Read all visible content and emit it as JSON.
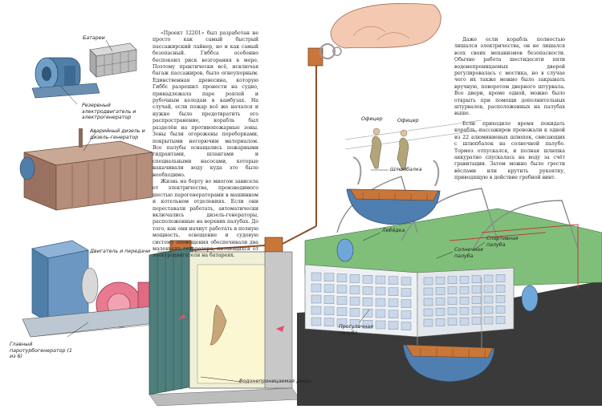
{
  "text": {
    "col1": [
      "«Проект 12201» был разработан не просто как самый быстрый пассажирский лайнер, но и как самый безопасный. Гиббса особенно беспокоил риск возгорания в море. Поэтому практически всё, исключая багаж пассажиров, было огнеупорным. Единственная древесина, которую Гиббс разрешил пронести на судно, принадлежала паре роялей и рубочным колодам в камбузах. На случай, если пожар всё же начался и нужно было предотвратить его распространение, корабль был разделён на противопожарные зоны. Зоны были огорожены переборками, покрытыми негорючим материалом. Все палубы оснащались пожарными гидрантами, шлангами и специальными насосами, которые накачивали воду куда это было необходимо.",
      "Жизнь на борту во многом зависела от электричества, производимого шестью парогенераторами в машинном и котельном отделениях. Если они переставали работать, автоматически включались дизель-генераторы, расположенные на верхних палубах. До того, как они начнут работать в полную мощность, освещение и судовую систему оповещения обеспечивали два маленьких генератора, питающихся от электродвигателя на батареях."
    ],
    "col2": [
      "Даже если корабль полностью лишался электричества, он не лишался всех своих механизмов безопасности. Обычно работа шестидесяти пяти водонепроницаемых дверей регулировалась с мостика, но в случае чего их также можно было закрывать вручную, поворотом дверного штурвала. Все двери, кроме одной, можно было открыть при помощи дополнительных штурвалов, расположенных на палубах выше.",
      "Если приходило время покидать корабль, пассажиров провожали к одной из 22 алюминиевых шлюпок, свисающих с шлюпбалок на солнечной палубе. Тормоз отпускался, и полная шлюпка аккуратно спускалась на воду за счёт гравитации. Затем можно было грести вёслами или крутить рукоятку, приводящую в действие гребной винт."
    ]
  },
  "labels": {
    "batteries": "Батареи",
    "emergency_motor": "Резервный электродвигатель и электрогенератор",
    "emergency_diesel": "Аварийный дизель и дизель-генератор",
    "engine_transmission": "Двигатель и передачи",
    "main_turbo": "Главный паротурбогенератор (1 из 6)",
    "watertight_door": "Водонепроницаемая дверь",
    "davit": "Шлюпбалка",
    "winch": "Лебёдка",
    "sun_deck": "Солнечная палуба",
    "sports_deck": "Спортивная палуба",
    "promenade_deck": "Прогулочная палуба",
    "fig_left": "Офицер",
    "fig_right": "Офицер"
  }
}
